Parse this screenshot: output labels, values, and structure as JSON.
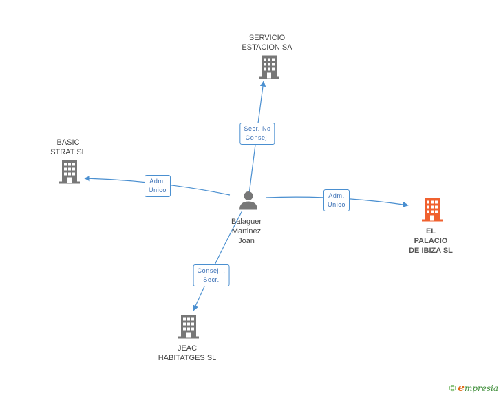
{
  "colors": {
    "edge": "#4a8fd0",
    "node": "#777777",
    "accent": "#f0612f",
    "person": "#777777"
  },
  "person": {
    "name": "Balaguer\nMartinez\nJoan",
    "icon": "person-icon"
  },
  "companies": [
    {
      "id": "servicio",
      "name": "SERVICIO\nESTACION SA",
      "icon": "building-icon",
      "highlight": false
    },
    {
      "id": "basic",
      "name": "BASIC\nSTRAT SL",
      "icon": "building-icon",
      "highlight": false
    },
    {
      "id": "palacio",
      "name": "EL\nPALACIO\nDE IBIZA SL",
      "icon": "building-icon",
      "highlight": true
    },
    {
      "id": "jeac",
      "name": "JEAC\nHABITATGES SL",
      "icon": "building-icon",
      "highlight": false
    }
  ],
  "relations": [
    {
      "to": "servicio",
      "label": "Secr.  No\nConsej."
    },
    {
      "to": "basic",
      "label": "Adm.\nUnico"
    },
    {
      "to": "palacio",
      "label": "Adm.\nUnico"
    },
    {
      "to": "jeac",
      "label": "Consej. ,\nSecr."
    }
  ],
  "footer": {
    "symbol": "©",
    "brand_initial": "e",
    "brand_rest": "mpresia"
  }
}
